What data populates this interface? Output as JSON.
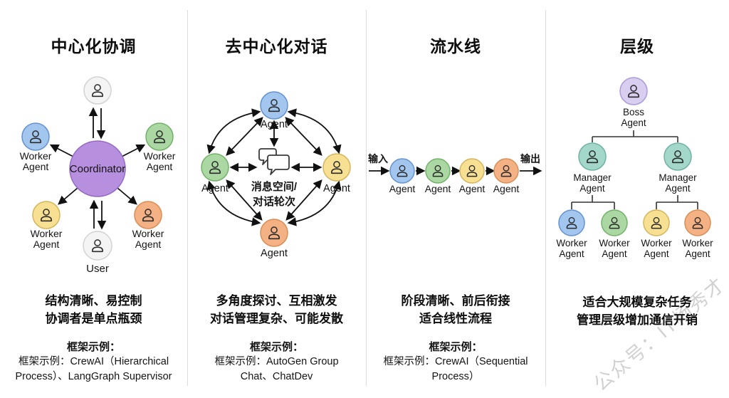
{
  "watermark": "公众号：IT杨秀才",
  "colors": {
    "agent_blue": "#a3c6ef",
    "agent_blue_border": "#6492cf",
    "agent_green": "#abd8a2",
    "agent_green_border": "#72b169",
    "agent_yellow": "#f8e092",
    "agent_yellow_border": "#d4b55c",
    "agent_orange": "#f4b184",
    "agent_orange_border": "#d88e55",
    "coordinator_purple": "#b78fdf",
    "coordinator_purple_border": "#9668c5",
    "boss_light_purple": "#d9cdf0",
    "boss_light_purple_border": "#ab9cd8",
    "manager_teal": "#a2d7ca",
    "manager_teal_border": "#6fb2a4",
    "user_gray": "#f4f4f4",
    "user_gray_border": "#d2d2d2"
  },
  "columns": [
    {
      "title": "中心化协调",
      "diagram": {
        "coordinator_label": "Coordinator",
        "user_label": "User",
        "worker_line1": "Worker",
        "worker_line2": "Agent"
      },
      "desc": [
        "结构清晰、易控制",
        "协调者是单点瓶颈"
      ],
      "framework_header": "框架示例：",
      "framework_lines": [
        "框架示例：CrewAI（Hierarchical",
        "Process）、LangGraph Supervisor"
      ]
    },
    {
      "title": "去中心化对话",
      "diagram": {
        "agent_label": "Agent",
        "chat_line1": "消息空间/",
        "chat_line2": "对话轮次"
      },
      "desc": [
        "多角度探讨、互相激发",
        "对话管理复杂、可能发散"
      ],
      "framework_header": "框架示例：",
      "framework_lines": [
        "框架示例：AutoGen Group",
        "Chat、ChatDev"
      ]
    },
    {
      "title": "流水线",
      "diagram": {
        "input_label": "输入",
        "output_label": "输出",
        "agent_label": "Agent"
      },
      "desc": [
        "阶段清晰、前后衔接",
        "适合线性流程"
      ],
      "framework_header": "框架示例：",
      "framework_lines": [
        "框架示例：CrewAI（Sequential",
        "Process）"
      ]
    },
    {
      "title": "层级",
      "diagram": {
        "boss_line1": "Boss",
        "boss_line2": "Agent",
        "manager_line1": "Manager",
        "manager_line2": "Agent",
        "worker_line1": "Worker",
        "worker_line2": "Agent"
      },
      "desc": [
        "适合大规模复杂任务",
        "管理层级增加通信开销"
      ]
    }
  ]
}
